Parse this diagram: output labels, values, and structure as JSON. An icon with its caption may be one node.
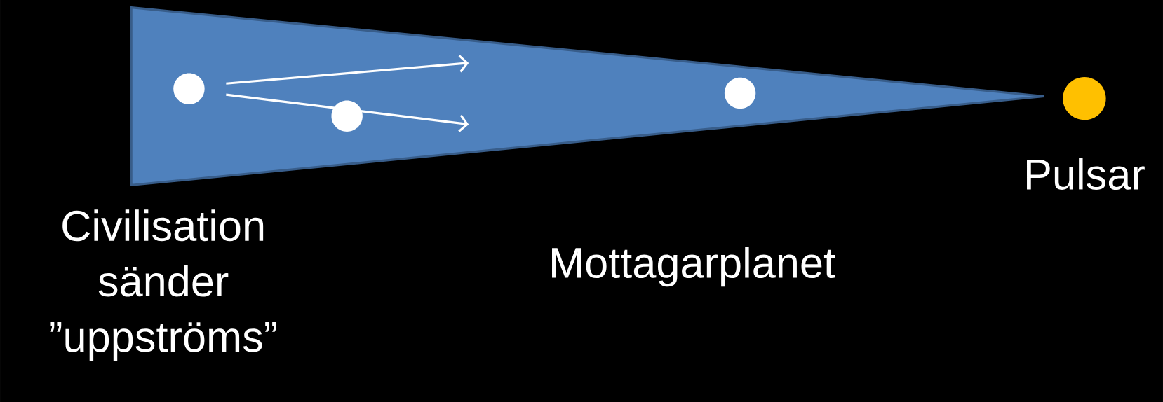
{
  "diagram": {
    "nodes": [
      {
        "text": [],
        "shape": "triangle"
      },
      {
        "text": [],
        "shape": "circle",
        "in": 0
      },
      {
        "text": [],
        "shape": "circle",
        "in": 0
      },
      {
        "text": [],
        "shape": "circle",
        "in": 0
      },
      {
        "text": [],
        "shape": "circle"
      }
    ],
    "edges": [
      {
        "from": 1,
        "to": null,
        "arrow": "to"
      },
      {
        "from": 1,
        "to": null,
        "arrow": "to"
      }
    ],
    "labels": [
      "Pulsar",
      "Civilisation sänder ”uppströms”",
      "Mottagarplanet"
    ]
  }
}
